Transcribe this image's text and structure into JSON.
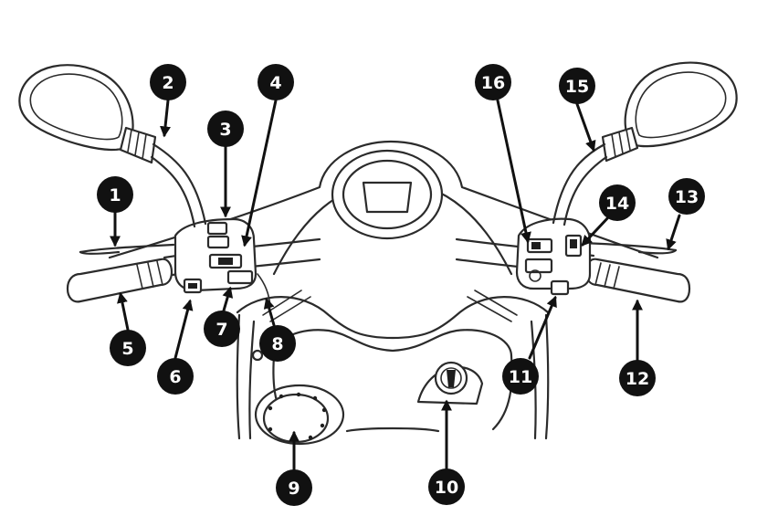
{
  "callouts": [
    {
      "id": 1,
      "label": "1"
    },
    {
      "id": 2,
      "label": "2"
    },
    {
      "id": 3,
      "label": "3"
    },
    {
      "id": 4,
      "label": "4"
    },
    {
      "id": 5,
      "label": "5"
    },
    {
      "id": 6,
      "label": "6"
    },
    {
      "id": 7,
      "label": "7"
    },
    {
      "id": 8,
      "label": "8"
    },
    {
      "id": 9,
      "label": "9"
    },
    {
      "id": 10,
      "label": "10"
    },
    {
      "id": 11,
      "label": "11"
    },
    {
      "id": 12,
      "label": "12"
    },
    {
      "id": 13,
      "label": "13"
    },
    {
      "id": 14,
      "label": "14"
    },
    {
      "id": 15,
      "label": "15"
    },
    {
      "id": 16,
      "label": "16"
    }
  ],
  "colors": {
    "line": "#2b2b2b",
    "badge": "#111111",
    "badge_text": "#ffffff"
  }
}
